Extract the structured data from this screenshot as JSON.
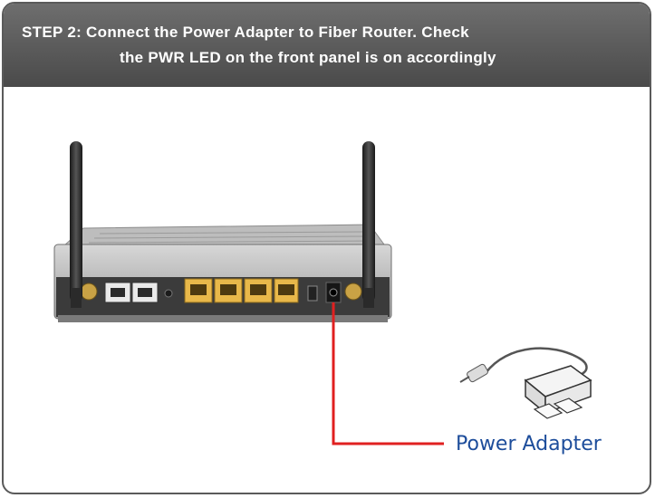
{
  "header": {
    "line1": "STEP 2:  Connect the Power Adapter to  Fiber   Router. Check",
    "line2": "the PWR LED on the front panel is on accordingly"
  },
  "labels": {
    "power_adapter": "Power Adapter"
  },
  "colors": {
    "header_bg": "#585858",
    "cable": "#e02020",
    "caption": "#1d4d9b",
    "lan_port": "#e8b84a"
  }
}
